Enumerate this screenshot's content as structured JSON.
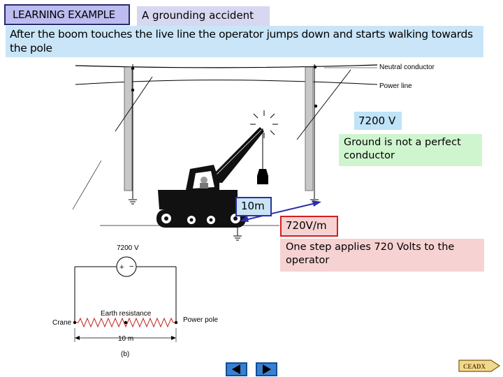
{
  "header": {
    "tag_label": "LEARNING EXAMPLE",
    "title": "A grounding accident"
  },
  "intro": {
    "text": "After the boom touches the live line the operator jumps down and starts walking towards the pole"
  },
  "callouts": {
    "voltage": "7200 V",
    "ground_note": "Ground is not a perfect conductor",
    "distance": "10m",
    "gradient": "720V/m",
    "step_note": "One step applies 720 Volts to the operator"
  },
  "diagram_a": {
    "neutral_label": "Neutral conductor",
    "power_label": "Power line"
  },
  "diagram_b": {
    "source_label": "7200 V",
    "earth_label": "Earth resistance",
    "crane_label": "Crane",
    "pole_label": "Power pole",
    "distance_label": "10 m",
    "part_label": "(b)"
  },
  "footer": {
    "logo_text": "CEADX"
  },
  "colors": {
    "arrow_blue": "#2b2fa6",
    "resistor_red": "#c22020",
    "nav_blue": "#3a7fd0"
  },
  "icons": {
    "prev": "triangle-left-icon",
    "next": "triangle-right-icon"
  }
}
